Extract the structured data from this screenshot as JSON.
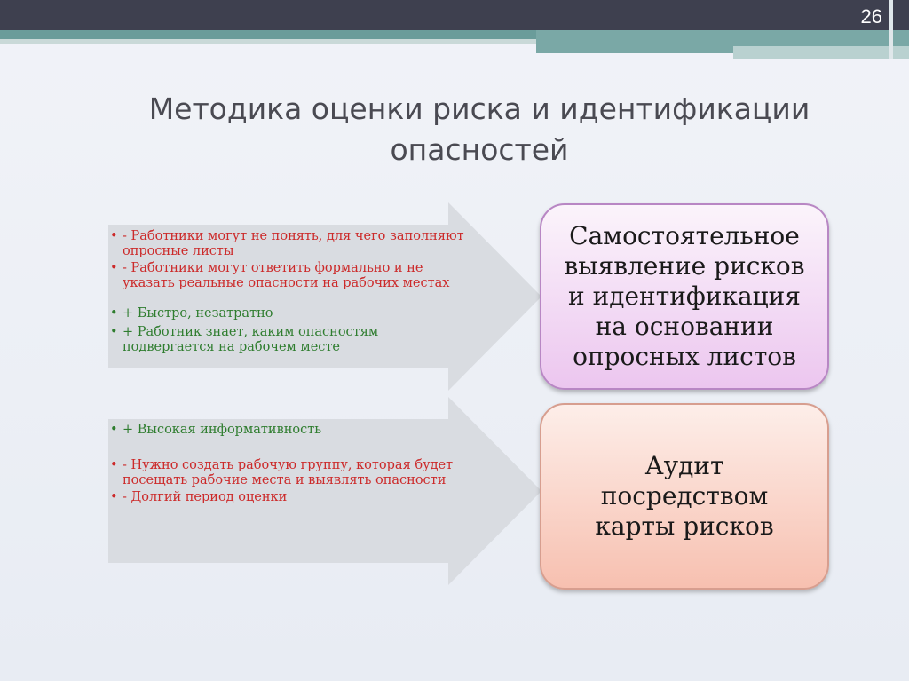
{
  "slide": {
    "page_number": "26",
    "title": "Методика оценки риска и идентификации опасностей"
  },
  "method1": {
    "items": [
      {
        "text": "- Работники могут не понять, для чего заполняют опросные листы",
        "tone": "negative"
      },
      {
        "text": "- Работники могут ответить формально и не указать реальные опасности на рабочих местах",
        "tone": "negative"
      },
      {
        "text": "+ Быстро, незатратно",
        "tone": "positive"
      },
      {
        "text": "+ Работник знает, каким опасностям подвергается на рабочем месте",
        "tone": "positive"
      }
    ],
    "box_text": "Самостоятельное выявление рисков и идентификация на основании опросных листов"
  },
  "method2": {
    "items": [
      {
        "text": "+ Высокая информативность",
        "tone": "positive"
      },
      {
        "text": "- Нужно создать рабочую группу, которая будет посещать рабочие места и выявлять опасности",
        "tone": "negative"
      },
      {
        "text": "- Долгий период  оценки",
        "tone": "negative"
      }
    ],
    "box_text": "Аудит посредством карты рисков"
  },
  "colors": {
    "negative": "#cc2a2a",
    "positive": "#2f7d2f",
    "arrow_fill": "#d9dce1",
    "header_dark": "#3e404f",
    "header_teal": "#6a9c9a"
  },
  "bullet_glyph": "•"
}
